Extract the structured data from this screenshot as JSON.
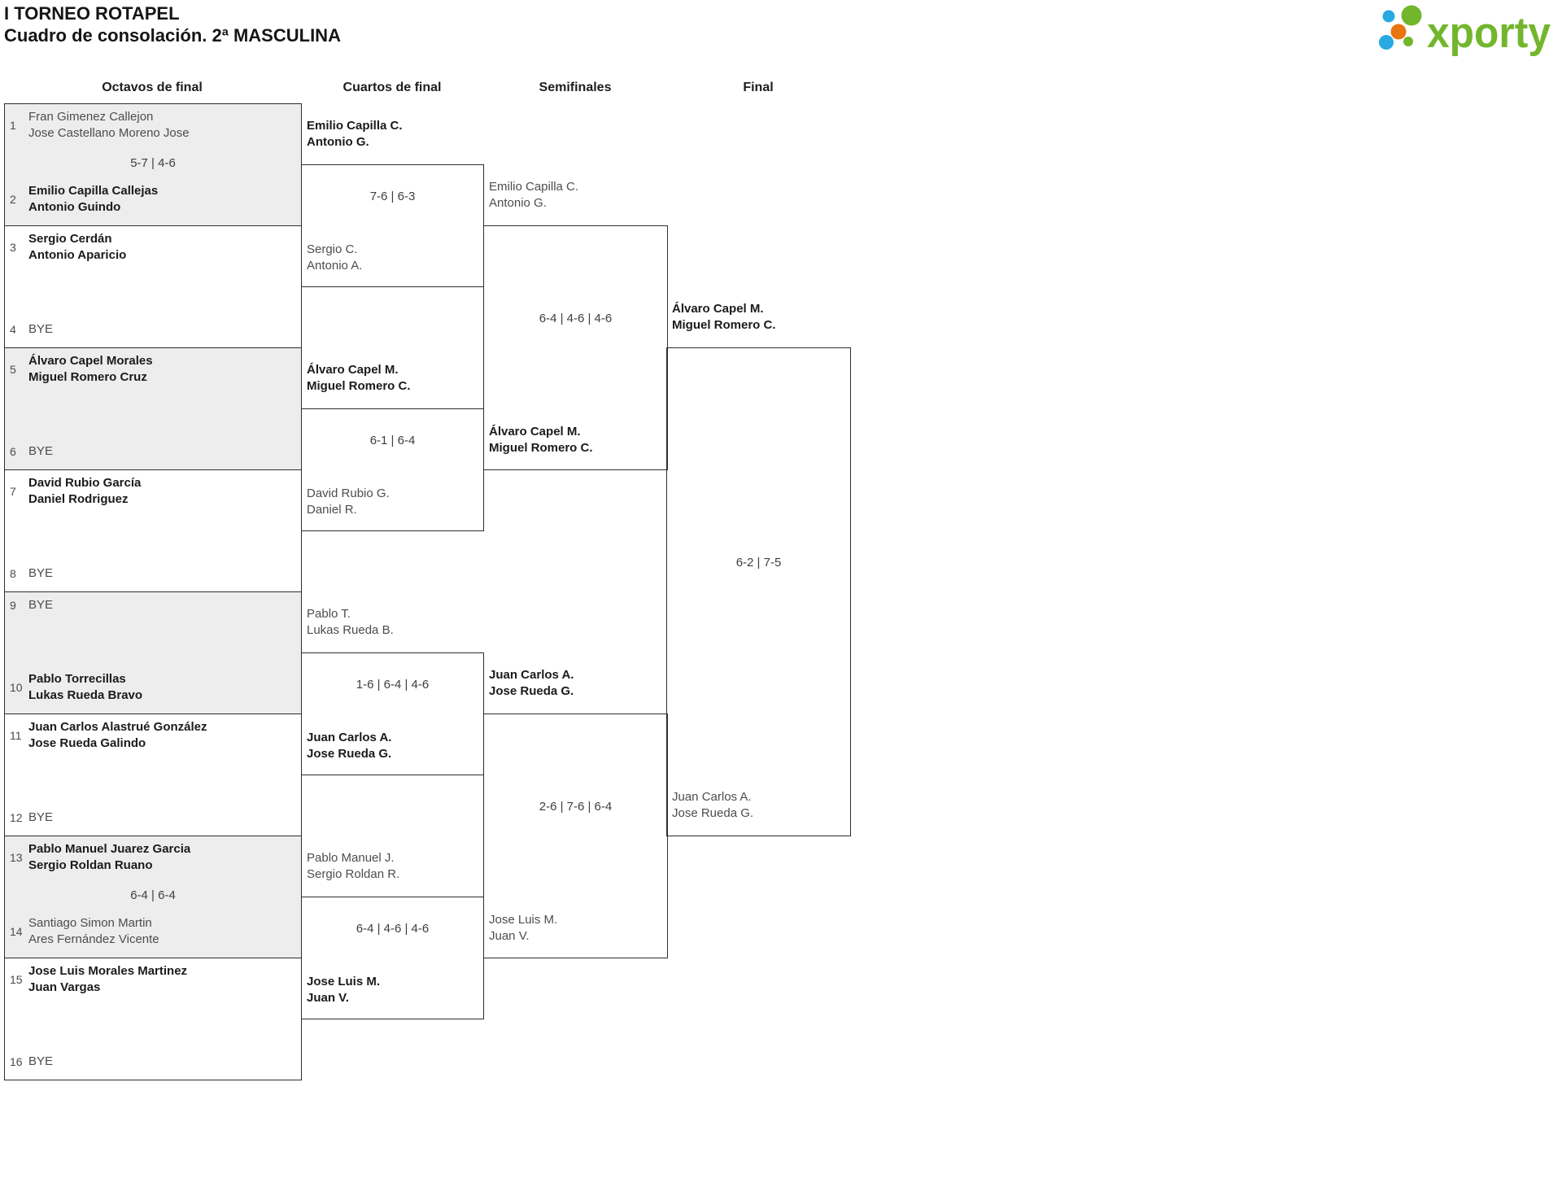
{
  "header": {
    "title_line1": "I TORNEO ROTAPEL",
    "title_line2": "Cuadro de consolación. 2ª MASCULINA",
    "logo_text": "xporty",
    "logo_colors": {
      "green": "#72b62d",
      "blue": "#29a9e1",
      "orange": "#e8750f"
    }
  },
  "round_headers": [
    "Octavos de final",
    "Cuartos de final",
    "Semifinales",
    "Final"
  ],
  "colors": {
    "shaded_box": "#ededed",
    "border": "#2e2e2e",
    "winner_text": "#1b1b1b",
    "loser_text": "#4d4d4d"
  },
  "octavos": [
    {
      "shaded": true,
      "score": "5-7 | 4-6",
      "top": {
        "seed": "1",
        "name": "Fran Gimenez Callejon\nJose Castellano Moreno Jose",
        "bold": false
      },
      "bottom": {
        "seed": "2",
        "name": "Emilio Capilla Callejas\nAntonio Guindo",
        "bold": true
      }
    },
    {
      "shaded": false,
      "score": "",
      "top": {
        "seed": "3",
        "name": "Sergio Cerdán\nAntonio Aparicio",
        "bold": true
      },
      "bottom": {
        "seed": "4",
        "name": "BYE",
        "bold": false
      }
    },
    {
      "shaded": true,
      "score": "",
      "top": {
        "seed": "5",
        "name": "Álvaro Capel Morales\nMiguel Romero Cruz",
        "bold": true
      },
      "bottom": {
        "seed": "6",
        "name": "BYE",
        "bold": false
      }
    },
    {
      "shaded": false,
      "score": "",
      "top": {
        "seed": "7",
        "name": "David Rubio García\nDaniel Rodriguez",
        "bold": true
      },
      "bottom": {
        "seed": "8",
        "name": "BYE",
        "bold": false
      }
    },
    {
      "shaded": true,
      "score": "",
      "top": {
        "seed": "9",
        "name": "BYE",
        "bold": false
      },
      "bottom": {
        "seed": "10",
        "name": "Pablo Torrecillas\nLukas Rueda Bravo",
        "bold": true
      }
    },
    {
      "shaded": false,
      "score": "",
      "top": {
        "seed": "11",
        "name": "Juan Carlos Alastrué González\nJose Rueda Galindo",
        "bold": true
      },
      "bottom": {
        "seed": "12",
        "name": "BYE",
        "bold": false
      }
    },
    {
      "shaded": true,
      "score": "6-4 | 6-4",
      "top": {
        "seed": "13",
        "name": "Pablo Manuel Juarez Garcia\nSergio Roldan Ruano",
        "bold": true
      },
      "bottom": {
        "seed": "14",
        "name": "Santiago Simon Martin\nAres Fernández Vicente",
        "bold": false
      }
    },
    {
      "shaded": false,
      "score": "",
      "top": {
        "seed": "15",
        "name": "Jose Luis Morales Martinez\nJuan Vargas",
        "bold": true
      },
      "bottom": {
        "seed": "16",
        "name": "BYE",
        "bold": false
      }
    }
  ],
  "cuartos": [
    {
      "score": "7-6 | 6-3",
      "top": {
        "name": "Emilio Capilla C.\nAntonio G.",
        "bold": true
      },
      "bottom": {
        "name": "Sergio C.\nAntonio A.",
        "bold": false
      }
    },
    {
      "score": "6-1 | 6-4",
      "top": {
        "name": "Álvaro Capel M.\nMiguel Romero C.",
        "bold": true
      },
      "bottom": {
        "name": "David Rubio G.\nDaniel R.",
        "bold": false
      }
    },
    {
      "score": "1-6 | 6-4 | 4-6",
      "top": {
        "name": "Pablo T.\nLukas Rueda B.",
        "bold": false
      },
      "bottom": {
        "name": "Juan Carlos A.\nJose Rueda G.",
        "bold": true
      }
    },
    {
      "score": "6-4 | 4-6 | 4-6",
      "top": {
        "name": "Pablo Manuel J.\nSergio Roldan R.",
        "bold": false
      },
      "bottom": {
        "name": "Jose Luis M.\nJuan V.",
        "bold": true
      }
    }
  ],
  "semifinales": [
    {
      "score": "6-4 | 4-6 | 4-6",
      "top": {
        "name": "Emilio Capilla C.\nAntonio G.",
        "bold": false
      },
      "bottom": {
        "name": "Álvaro Capel M.\nMiguel Romero C.",
        "bold": true
      }
    },
    {
      "score": "2-6 | 7-6 | 6-4",
      "top": {
        "name": "Juan Carlos A.\nJose Rueda G.",
        "bold": true
      },
      "bottom": {
        "name": "Jose Luis M.\nJuan V.",
        "bold": false
      }
    }
  ],
  "final": {
    "score": "6-2 | 7-5",
    "top": {
      "name": "Álvaro Capel M.\nMiguel Romero C.",
      "bold": true
    },
    "bottom": {
      "name": "Juan Carlos A.\nJose Rueda G.",
      "bold": false
    }
  }
}
